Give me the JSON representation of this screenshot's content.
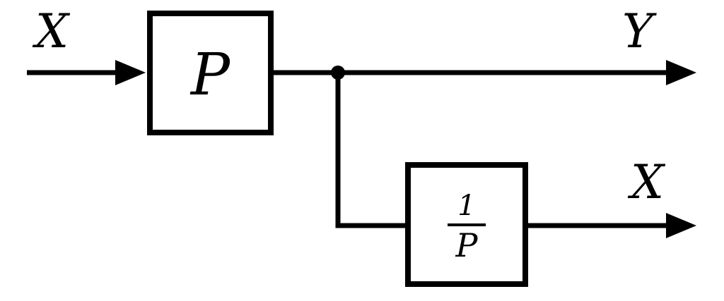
{
  "diagram": {
    "labels": {
      "input": "X",
      "output_top": "Y",
      "output_bottom": "X"
    },
    "blocks": {
      "forward": "P",
      "inverse_numerator": "1",
      "inverse_denominator": "P"
    },
    "colors": {
      "line": "#000000",
      "background": "#ffffff"
    }
  }
}
